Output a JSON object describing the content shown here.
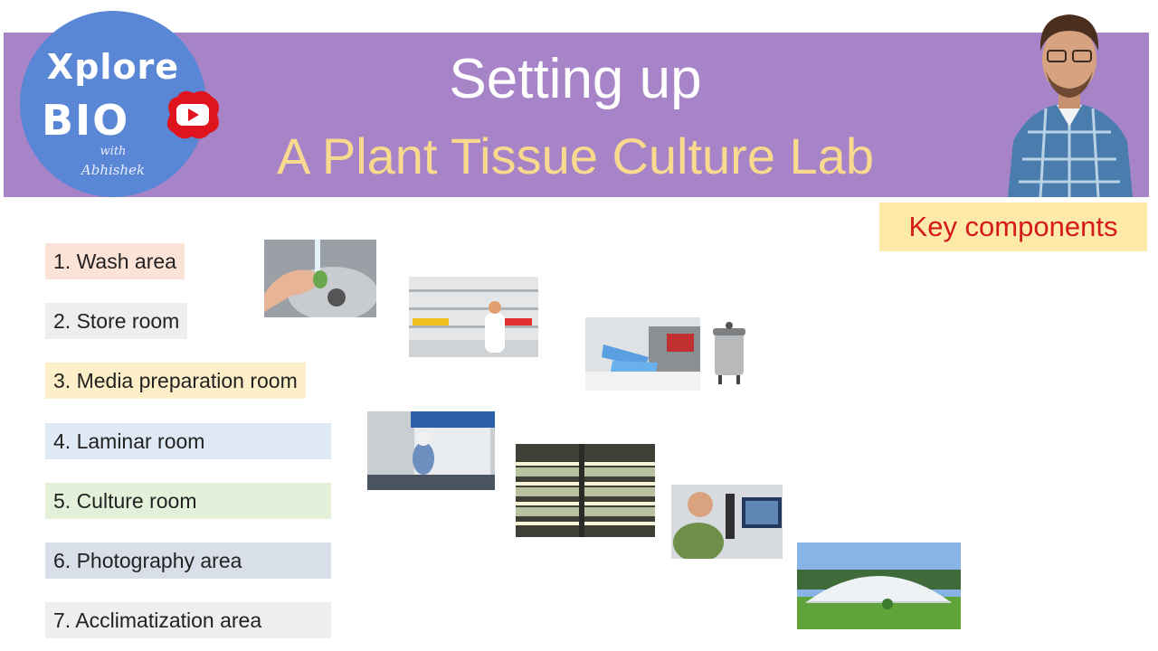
{
  "logo": {
    "line1": "Xplore",
    "line2": "BIO",
    "with": "with",
    "name": "Abhishek",
    "youtube_icon": "youtube-play-icon"
  },
  "title": {
    "line1": "Setting up",
    "line2": "A Plant Tissue Culture Lab"
  },
  "key_label": "Key components",
  "components": [
    {
      "label": "1. Wash area",
      "bg": "#fbe3d7"
    },
    {
      "label": "2. Store room",
      "bg": "#eeeeee"
    },
    {
      "label": "3. Media preparation room",
      "bg": "#fdf0c9"
    },
    {
      "label": "4. Laminar room",
      "bg": "#dfe9f5"
    },
    {
      "label": "5. Culture room",
      "bg": "#e4f1da"
    },
    {
      "label": "6. Photography area",
      "bg": "#d9dfe9"
    },
    {
      "label": "7. Acclimatization area",
      "bg": "#efefef"
    }
  ],
  "colors": {
    "banner": "#a783c8",
    "title_line1": "#ffffff",
    "title_line2": "#f8d98d",
    "logo_circle": "#5a86d6",
    "key_bg": "#fde9a8",
    "key_text": "#d41a1a"
  }
}
